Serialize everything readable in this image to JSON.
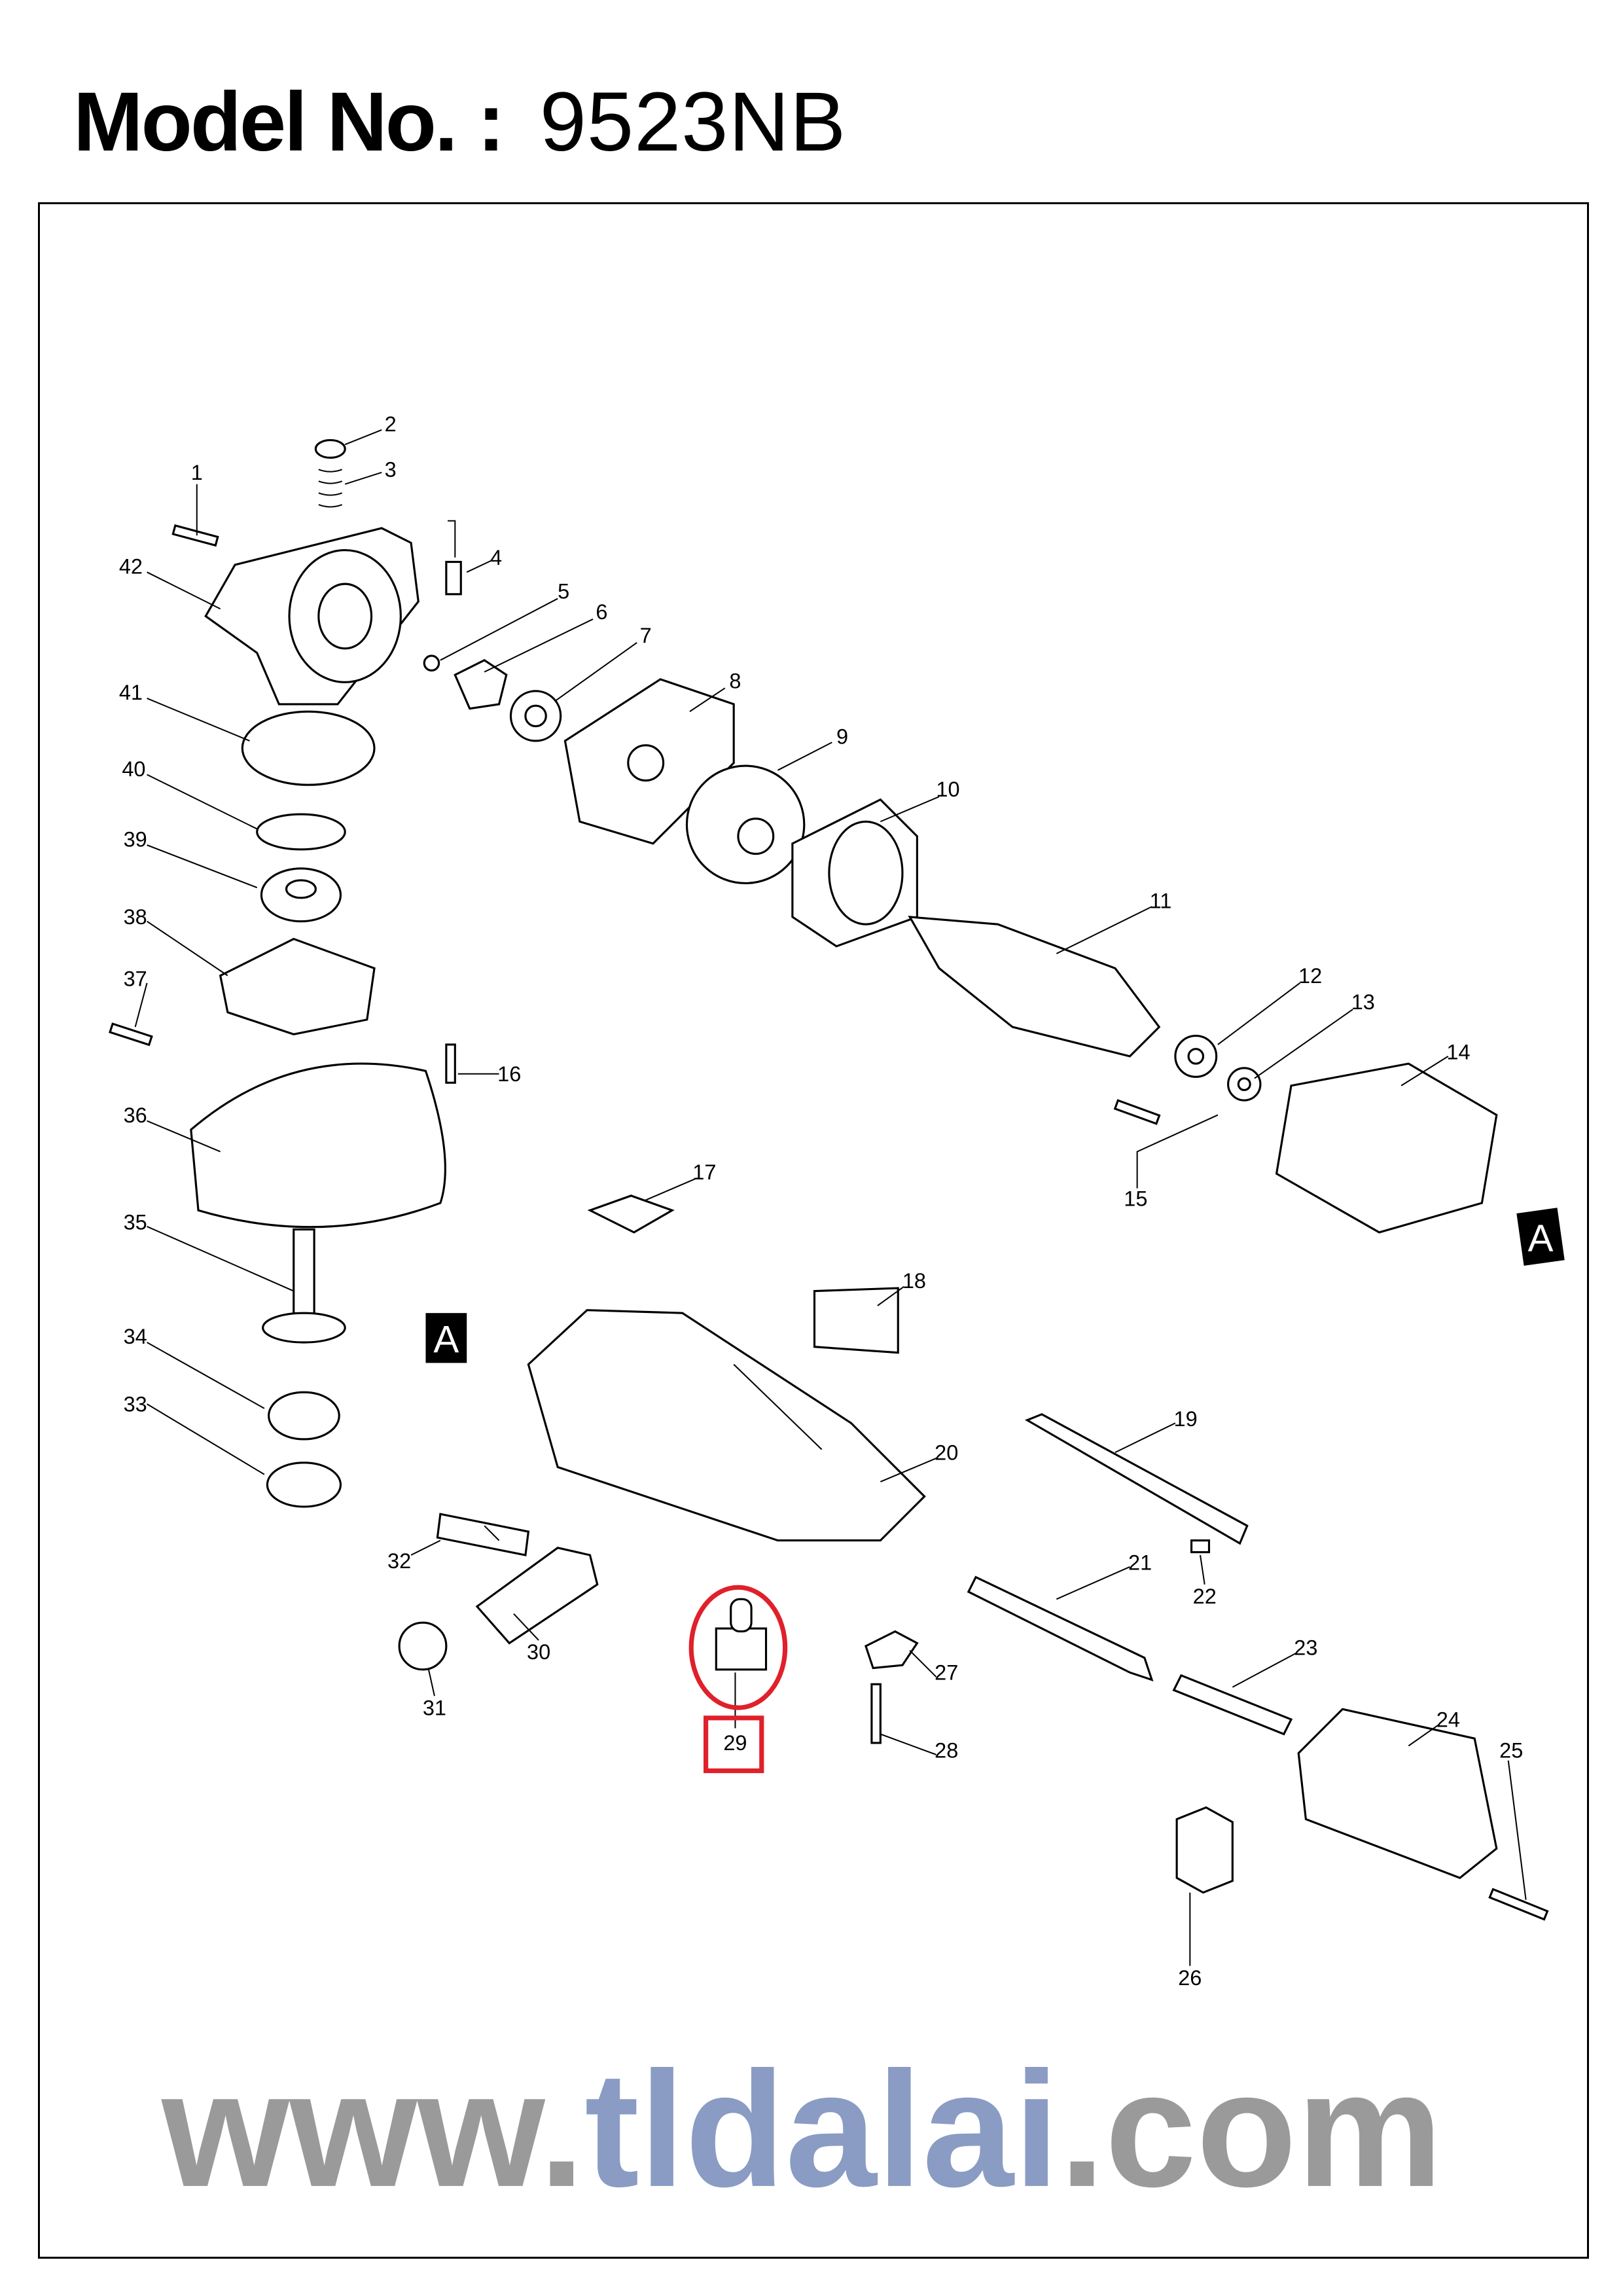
{
  "header": {
    "label": "Model No. :",
    "model": "9523NB"
  },
  "watermark": {
    "prefix": "www.",
    "brand": "tldalai",
    "suffix": ".com"
  },
  "section_marks": [
    "A",
    "A"
  ],
  "highlight": {
    "part": "29",
    "color": "#e0202a"
  },
  "parts": [
    "1",
    "2",
    "3",
    "4",
    "5",
    "6",
    "7",
    "8",
    "9",
    "10",
    "11",
    "12",
    "13",
    "14",
    "15",
    "16",
    "17",
    "18",
    "19",
    "20",
    "21",
    "22",
    "23",
    "24",
    "25",
    "26",
    "27",
    "28",
    "29",
    "30",
    "31",
    "32",
    "33",
    "34",
    "35",
    "36",
    "37",
    "38",
    "39",
    "40",
    "41",
    "42"
  ]
}
